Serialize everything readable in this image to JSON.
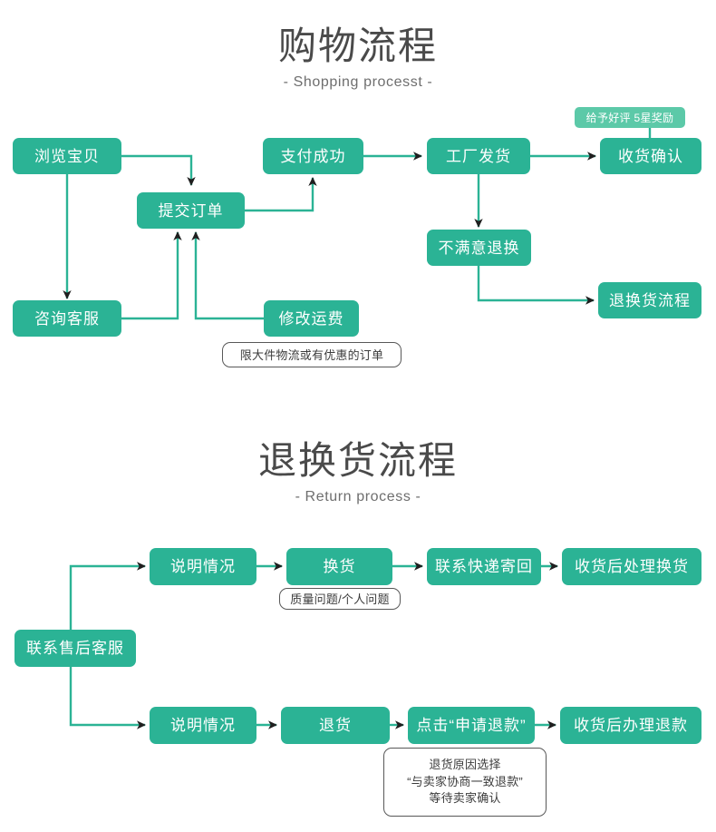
{
  "page": {
    "background": "#ffffff",
    "accent_green": "#2bb395",
    "badge_green": "#5cc9a8",
    "note_border": "#585858",
    "title_color": "#4a4a4a",
    "connector_color": "#2bb395",
    "arrow_color": "#1f1f1f"
  },
  "sections": [
    {
      "id": "shopping",
      "title": "购物流程",
      "subtitle": "- Shopping processt -",
      "nodes": [
        {
          "key": "browse",
          "label": "浏览宝贝"
        },
        {
          "key": "submit_order",
          "label": "提交订单"
        },
        {
          "key": "pay_success",
          "label": "支付成功"
        },
        {
          "key": "factory_ship",
          "label": "工厂发货"
        },
        {
          "key": "confirm_recv",
          "label": "收货确认"
        },
        {
          "key": "consult",
          "label": "咨询客服"
        },
        {
          "key": "modify_fee",
          "label": "修改运费"
        },
        {
          "key": "dissatisfied",
          "label": "不满意退换"
        },
        {
          "key": "return_flow",
          "label": "退换货流程"
        }
      ],
      "badges": [
        {
          "key": "five_star",
          "label": "给予好评 5星奖励"
        }
      ],
      "notes": [
        {
          "key": "shipping_fee_note",
          "label": "限大件物流或有优惠的订单"
        }
      ]
    },
    {
      "id": "return",
      "title": "退换货流程",
      "subtitle": "- Return process -",
      "nodes": [
        {
          "key": "contact_service",
          "label": "联系售后客服"
        },
        {
          "key": "explain_top",
          "label": "说明情况"
        },
        {
          "key": "exchange",
          "label": "换货"
        },
        {
          "key": "courier_back",
          "label": "联系快递寄回"
        },
        {
          "key": "handle_exchange",
          "label": "收货后处理换货"
        },
        {
          "key": "explain_bottom",
          "label": "说明情况"
        },
        {
          "key": "refund_goods",
          "label": "退货"
        },
        {
          "key": "click_refund",
          "label": "点击“申请退款”"
        },
        {
          "key": "handle_refund",
          "label": "收货后办理退款"
        }
      ],
      "badges": [],
      "notes": [
        {
          "key": "quality_note",
          "label": "质量问题/个人问题"
        },
        {
          "key": "refund_reason_note",
          "lines": [
            "退货原因选择",
            "“与卖家协商一致退款”",
            "等待卖家确认"
          ]
        }
      ]
    }
  ]
}
